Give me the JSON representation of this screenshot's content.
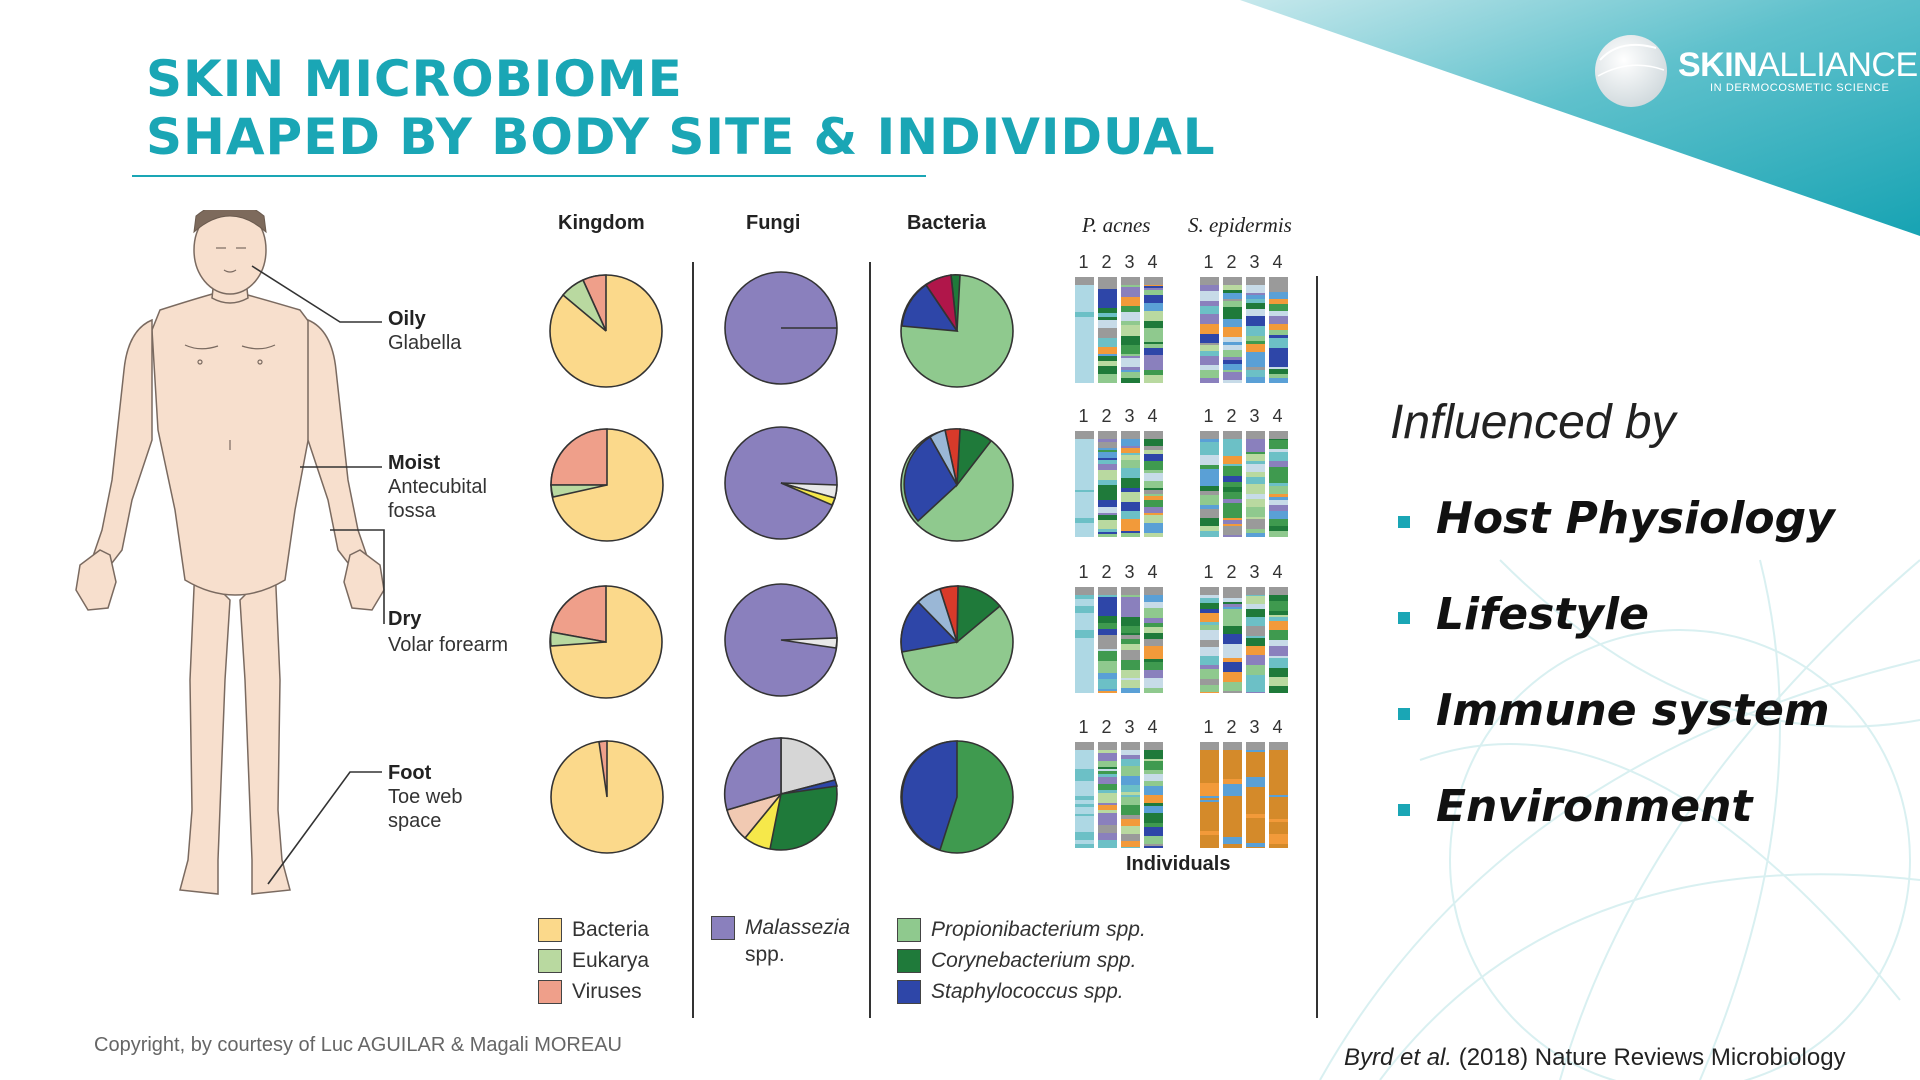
{
  "title": {
    "line1": "SKIN MICROBIOME",
    "line2": "SHAPED BY BODY SITE & INDIVIDUAL"
  },
  "logo": {
    "brand_bold": "SKIN",
    "brand_light": "ALLIANCE",
    "tagline": "IN DERMOCOSMETIC SCIENCE"
  },
  "columns": {
    "kingdom": "Kingdom",
    "fungi": "Fungi",
    "bacteria": "Bacteria",
    "p_acnes": "P. acnes",
    "s_epidermis": "S. epidermis"
  },
  "individual_numbers": [
    "1",
    "2",
    "3",
    "4"
  ],
  "individuals_label": "Individuals",
  "sites": [
    {
      "type": "Oily",
      "location": "Glabella",
      "location_line2": ""
    },
    {
      "type": "Moist",
      "location": "Antecubital",
      "location_line2": "fossa"
    },
    {
      "type": "Dry",
      "location": "Volar forearm",
      "location_line2": ""
    },
    {
      "type": "Foot",
      "location": "Toe web",
      "location_line2": "space"
    }
  ],
  "legend": {
    "kingdom": [
      {
        "label": "Bacteria",
        "color": "#fbd98b"
      },
      {
        "label": "Eukarya",
        "color": "#b9d9a0"
      },
      {
        "label": "Viruses",
        "color": "#ef9f8a"
      }
    ],
    "fungi": [
      {
        "label": "Malassezia",
        "label2": "spp.",
        "color": "#8a80bd"
      }
    ],
    "bacteria": [
      {
        "label": "Propionibacterium spp.",
        "color": "#8fc98e"
      },
      {
        "label": "Corynebacterium spp.",
        "color": "#1f7a3a"
      },
      {
        "label": "Staphylococcus spp.",
        "color": "#2e46a8"
      }
    ]
  },
  "influenced": {
    "heading": "Influenced by",
    "items": [
      "Host Physiology",
      "Lifestyle",
      "Immune system",
      "Environment"
    ]
  },
  "colors": {
    "accent": "#1aa6b5",
    "bacteria": "#fbd98b",
    "eukarya": "#b9d9a0",
    "viruses": "#ef9f8a",
    "malassezia": "#8a80bd",
    "propionibacterium": "#8fc98e",
    "corynebacterium": "#1f7a3a",
    "staphylococcus": "#2e46a8"
  },
  "copyright": "Copyright, by courtesy of Luc AGUILAR & Magali MOREAU",
  "citation": {
    "authors": "Byrd et al.",
    "rest": "(2018) Nature Reviews Microbiology"
  }
}
